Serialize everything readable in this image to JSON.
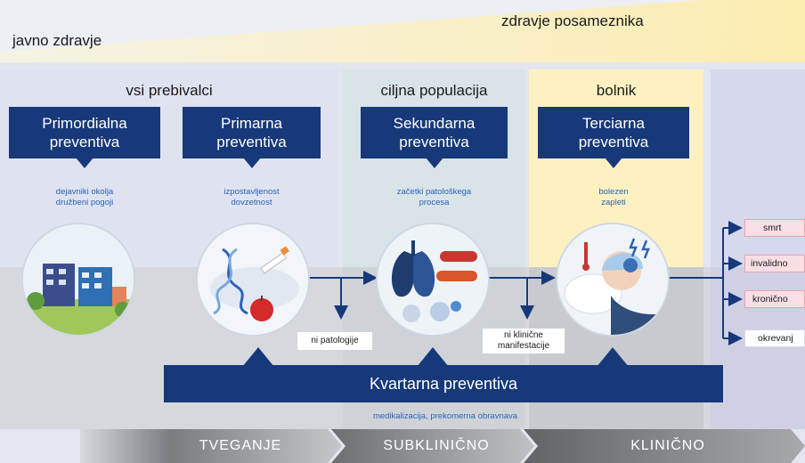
{
  "top_band": {
    "left_label": "javno zdravje",
    "right_label": "zdravje posameznika"
  },
  "column_headers": {
    "all_residents": "vsi prebivalci",
    "target_population": "ciljna populacija",
    "patient": "bolnik"
  },
  "prevention_levels": [
    {
      "title_line1": "Primordialna",
      "title_line2": "preventiva",
      "desc_line1": "dejavniki okolja",
      "desc_line2": "družbeni pogoji"
    },
    {
      "title_line1": "Primarna",
      "title_line2": "preventiva",
      "desc_line1": "izpostavljenost",
      "desc_line2": "dovzetnost"
    },
    {
      "title_line1": "Sekundarna",
      "title_line2": "preventiva",
      "desc_line1": "začetki patološkega",
      "desc_line2": "procesa"
    },
    {
      "title_line1": "Terciarna",
      "title_line2": "preventiva",
      "desc_line1": "bolezen",
      "desc_line2": "zapleti"
    }
  ],
  "branch_labels": {
    "no_pathology": "ni patologije",
    "no_clinical_line1": "ni klinične",
    "no_clinical_line2": "manifestacije"
  },
  "outcomes": [
    "smrt",
    "invalidno",
    "kronično",
    "okrevanj"
  ],
  "quaternary": {
    "title": "Kvartarna preventiva",
    "desc": "medikalizacija, prekomerna obravnava"
  },
  "stages": [
    "TVEGANJE",
    "SUBKLINIČNO",
    "KLINIČNO"
  ],
  "colors": {
    "navy": "#17397a",
    "accent_blue": "#2b62b8",
    "top_gradient_left": "#fbf6dc",
    "top_gradient_right": "#fbeeb5",
    "column_blue": "#dfe3f0",
    "column_teal": "#dae5e8",
    "column_yellow": "#fdf1c2",
    "column_lavender": "#d6d8ec",
    "outcome_pink": "#f9dfe4",
    "stage_arrow_dark": "#5e5f63",
    "stage_arrow_light": "#b9babd"
  }
}
